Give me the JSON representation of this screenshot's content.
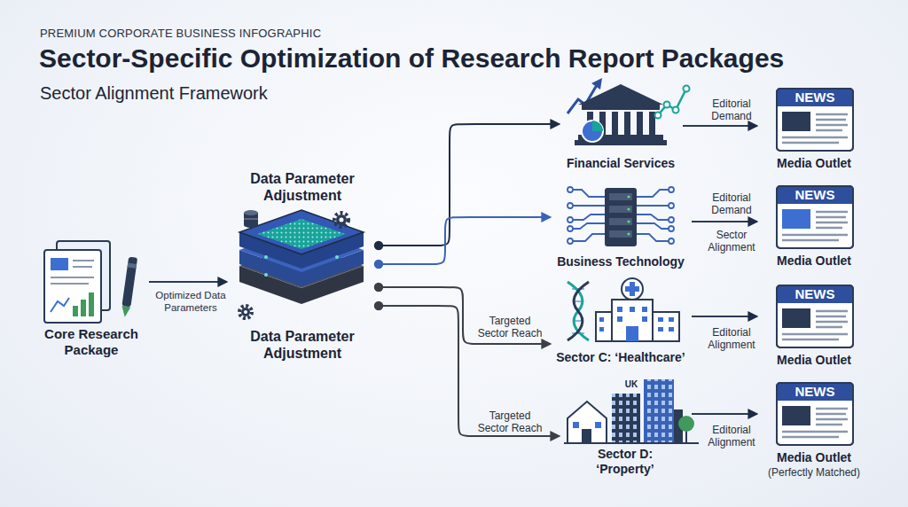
{
  "diagram": {
    "title": "Sector-Specific Optimization of Research Report Packages",
    "nodes": [
      {
        "text": [
          "Core Research Package"
        ]
      },
      {
        "text": [
          "Data Parameter Adjustment",
          "Data Parameter Adjustment"
        ]
      },
      {
        "text": [
          "Financial Services"
        ]
      },
      {
        "text": [
          "NEWS",
          "Media Outlet"
        ]
      },
      {
        "text": [
          "Business Technology"
        ]
      },
      {
        "text": [
          "NEWS",
          "Media Outlet"
        ]
      },
      {
        "text": [
          "Sector C: ‘Healthcare’"
        ]
      },
      {
        "text": [
          "NEWS",
          "Media Outlet"
        ]
      },
      {
        "text": [
          "UK",
          "Sector D: ‘Property’"
        ]
      },
      {
        "text": [
          "NEWS",
          "Media Outlet",
          "(Perfectly Matched)"
        ]
      }
    ],
    "edges": [
      {
        "from": 0,
        "to": 1,
        "label": "Optimized Data Parameters",
        "arrow": "to"
      },
      {
        "from": 1,
        "to": 2,
        "arrow": "to"
      },
      {
        "from": 1,
        "to": 4,
        "arrow": "to"
      },
      {
        "from": 1,
        "to": 6,
        "label": "Targeted Sector Reach",
        "arrow": "to"
      },
      {
        "from": 1,
        "to": 8,
        "label": "Targeted Sector Reach",
        "arrow": "to"
      },
      {
        "from": 2,
        "to": 3,
        "label": "Editorial Demand",
        "arrow": "to"
      },
      {
        "from": 4,
        "to": 5,
        "label": "Editorial Demand",
        "arrow": "to"
      },
      {
        "from": 6,
        "to": 7,
        "label": "Editorial Alignment",
        "arrow": "to"
      },
      {
        "from": 8,
        "to": 9,
        "label": "Editorial Alignment",
        "arrow": "to"
      }
    ],
    "labels": [
      "PREMIUM CORPORATE BUSINESS INFOGRAPHIC",
      "Sector Alignment Framework",
      "Sector Alignment"
    ]
  }
}
